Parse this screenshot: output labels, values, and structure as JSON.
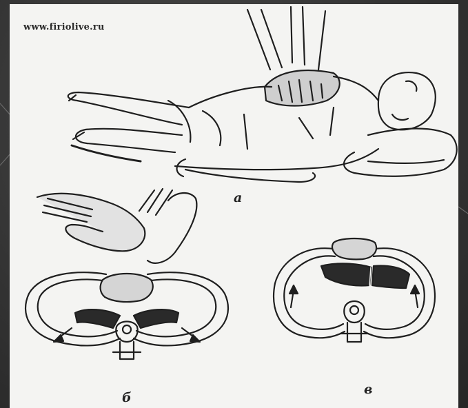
{
  "watermark": {
    "text": "www.firiolive.ru"
  },
  "labels": {
    "a": "а",
    "b": "б",
    "v": "в"
  },
  "colors": {
    "ink": "#1f1f1f",
    "paper": "#f4f4f2",
    "slide_bg": "#3a3a3a"
  }
}
